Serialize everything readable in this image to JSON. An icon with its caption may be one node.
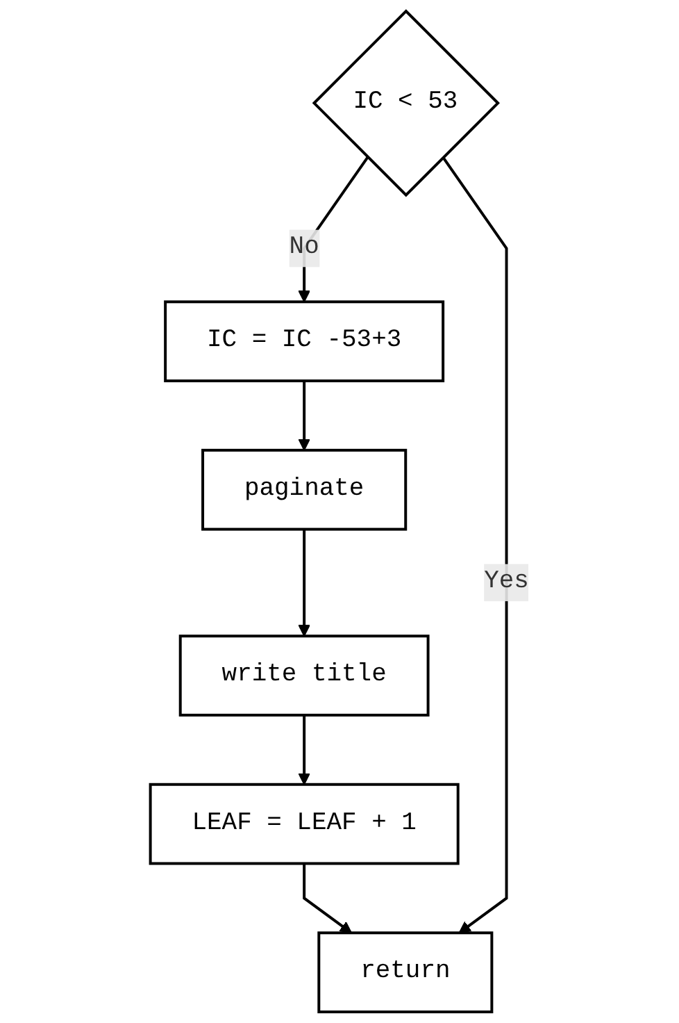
{
  "diagram": {
    "nodes": [
      {
        "text": [
          "IC < 53"
        ]
      },
      {
        "text": [
          "IC = IC -53+3"
        ]
      },
      {
        "text": [
          "paginate"
        ]
      },
      {
        "text": [
          "write title"
        ]
      },
      {
        "text": [
          "LEAF = LEAF + 1"
        ]
      },
      {
        "text": [
          "return"
        ]
      }
    ],
    "edges": [
      {
        "from": 0,
        "to": 1,
        "arrow": "to",
        "label": "No"
      },
      {
        "from": 1,
        "to": 2,
        "arrow": "to"
      },
      {
        "from": 2,
        "to": 3,
        "arrow": "to"
      },
      {
        "from": 3,
        "to": 4,
        "arrow": "to"
      },
      {
        "from": 4,
        "to": 5,
        "arrow": "to"
      },
      {
        "from": 0,
        "to": 5,
        "arrow": "to",
        "label": "Yes"
      }
    ]
  }
}
